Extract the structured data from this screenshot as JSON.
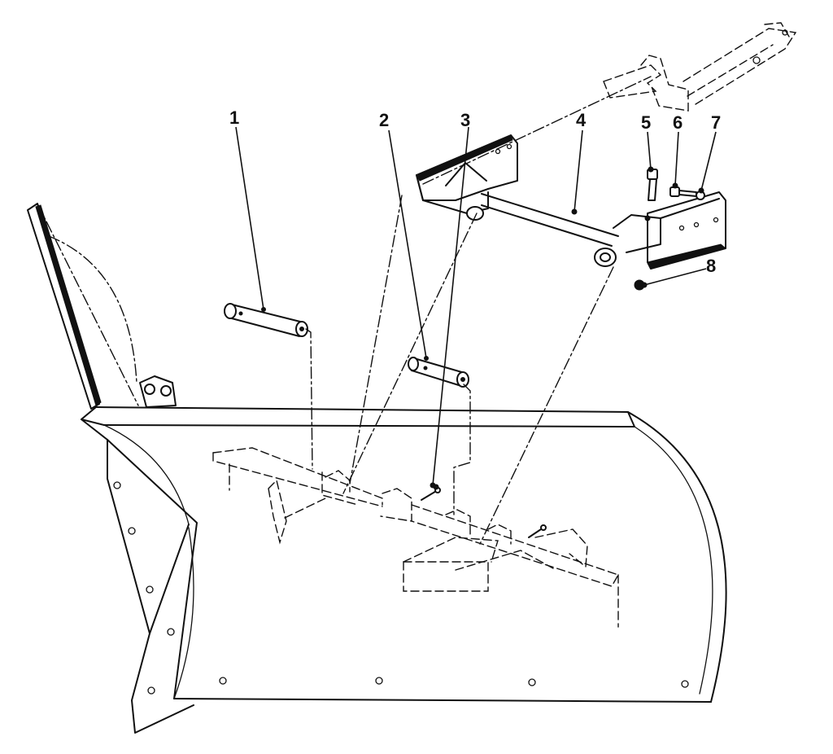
{
  "diagram": {
    "part_labels": [
      "1",
      "2",
      "3",
      "4",
      "5",
      "6",
      "7",
      "8"
    ]
  }
}
